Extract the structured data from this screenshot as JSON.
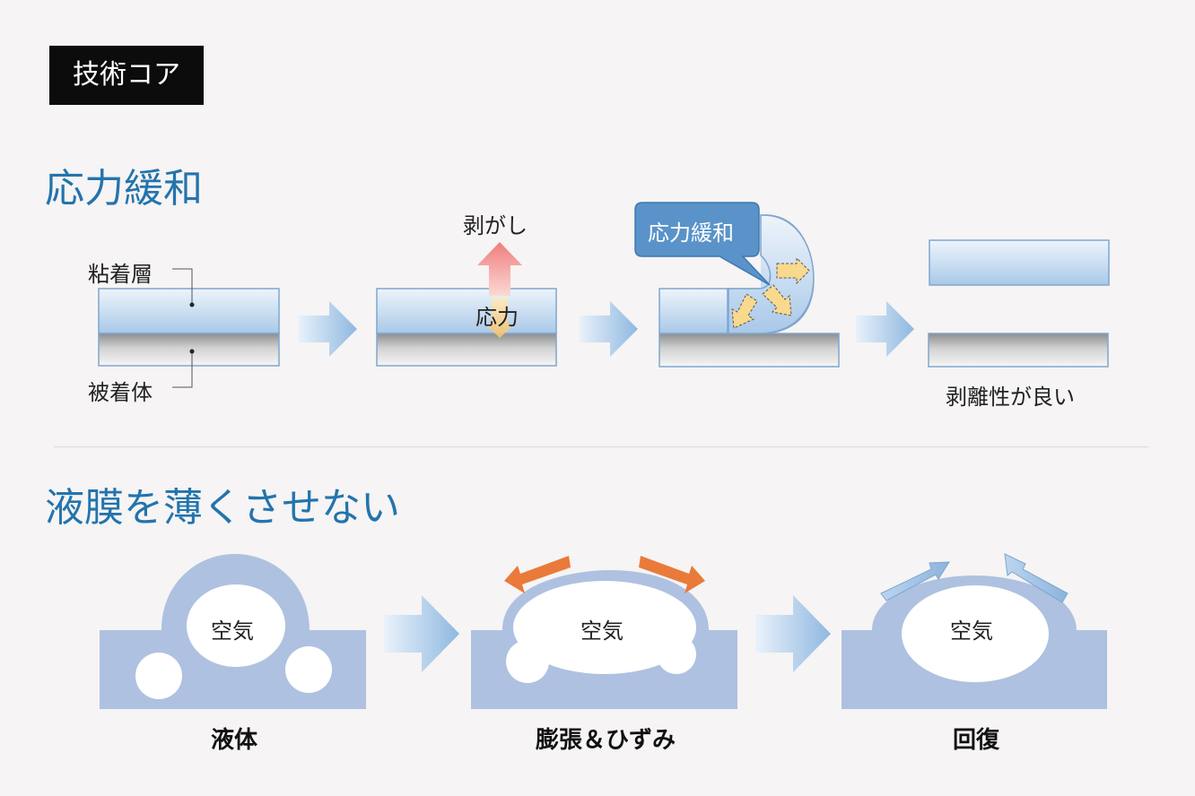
{
  "badge": "技術コア",
  "section1": {
    "title": "応力緩和",
    "label_adhesive": "粘着層",
    "label_adherend": "被着体",
    "label_peel": "剥がし",
    "label_stress": "応力",
    "callout": "応力緩和",
    "label_result": "剥離性が良い"
  },
  "section2": {
    "title": "液膜を薄くさせない",
    "air": "空気",
    "caption_1": "液体",
    "caption_2": "膨張＆ひずみ",
    "caption_3": "回復"
  },
  "colors": {
    "heading": "#2374ad",
    "layer_blue": "#c9def2",
    "liquid": "#aec1e0",
    "callout": "#5a93c9",
    "orange_arrow": "#e97a3a",
    "peel_arrow": "#ee8a8a"
  }
}
